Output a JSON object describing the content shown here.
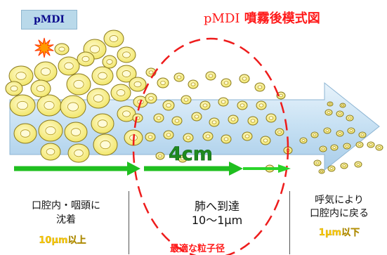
{
  "device_label": "pMDI",
  "title": {
    "prefix": "pMDI",
    "main": "噴霧後模式図"
  },
  "distance_label": "4cm",
  "zones": [
    {
      "text_line1": "口腔内・咽頭に",
      "text_line2": "沈着",
      "size": "10μm以上"
    },
    {
      "text_line1": "肺へ到達",
      "text_line2": "10〜1μm",
      "note": "最適な粒子径"
    },
    {
      "text_line1": "呼気により",
      "text_line2": "口腔内に戻る",
      "size": "1μm以下"
    }
  ],
  "colors": {
    "arrow_fill": "#cfe5f5",
    "particle_fill": "#f9f28a",
    "particle_stroke": "#8a7a1e",
    "ellipse_stroke": "#ee1c1c",
    "distance_arrow": "#22cc22",
    "burst": "#ff9900"
  }
}
